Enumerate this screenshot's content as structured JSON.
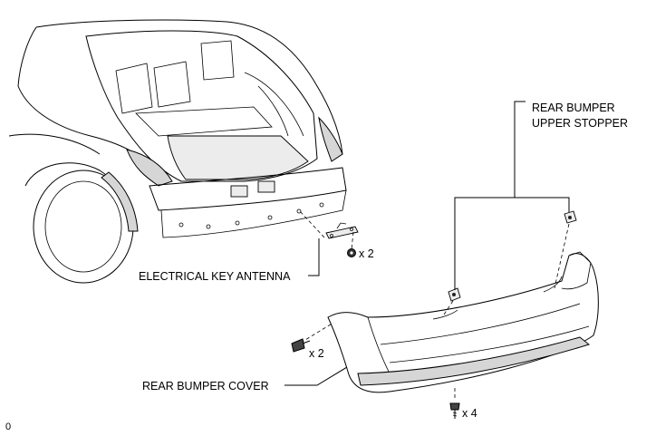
{
  "labels": {
    "upper_stopper_line1": "REAR BUMPER",
    "upper_stopper_line2": "UPPER STOPPER",
    "key_antenna": "ELECTRICAL KEY ANTENNA",
    "bumper_cover": "REAR BUMPER COVER",
    "antenna_nut_qty": "x 2",
    "side_clip_qty": "x 2",
    "lower_screw_qty": "x 4",
    "corner_mark": "0"
  }
}
